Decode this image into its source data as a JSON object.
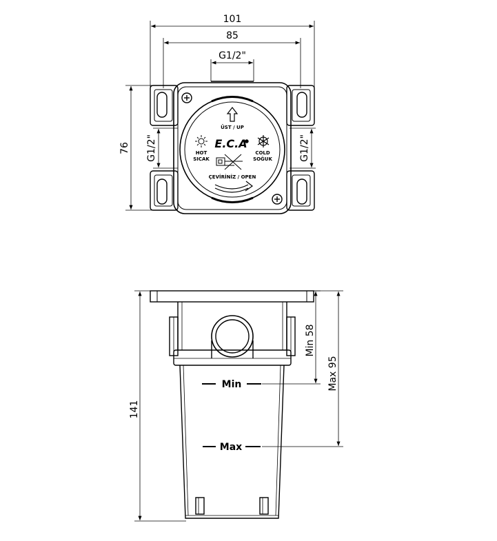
{
  "top_view": {
    "dimensions": {
      "overall_width": "101",
      "mounting_width": "85",
      "top_thread": "G1/2\"",
      "height": "76",
      "left_thread": "G1/2\"",
      "right_thread": "G1/2\""
    },
    "dial": {
      "up_label": "ÜST / UP",
      "brand": "E.C.A",
      "hot_en": "HOT",
      "hot_tr": "SICAK",
      "cold_en": "COLD",
      "cold_tr": "SOĞUK",
      "open_label": "ÇEVİRİNİZ / OPEN"
    }
  },
  "side_view": {
    "dimensions": {
      "total_height": "141",
      "min_depth": "Min 58",
      "max_depth": "Max 95"
    },
    "markers": {
      "min_label": "Min",
      "max_label": "Max"
    }
  }
}
